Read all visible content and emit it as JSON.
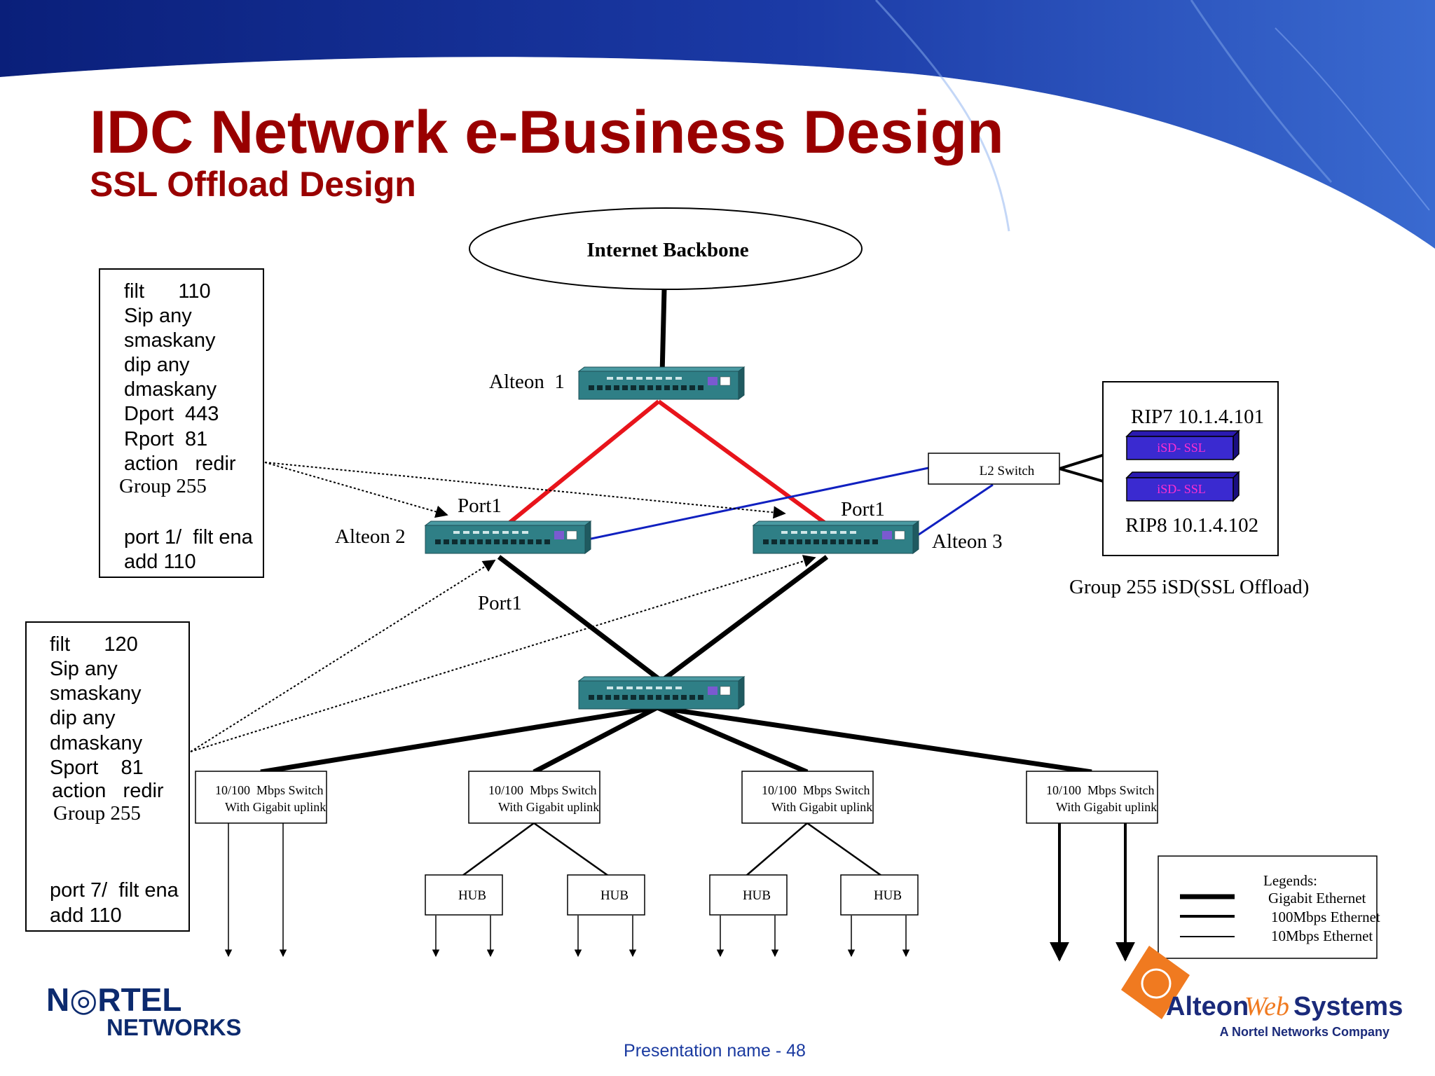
{
  "slide": {
    "title": "IDC Network e-Business Design",
    "subtitle": "SSL Offload Design",
    "footer": "Presentation name - 48",
    "title_color": "#990000",
    "footer_color": "#1a3aa0"
  },
  "diagram": {
    "cloud_label": "Internet Backbone",
    "switch_labels": {
      "alteon1": "Alteon  1",
      "alteon2": "Alteon 2",
      "alteon3": "Alteon 3"
    },
    "port_labels": {
      "a2_port1_top": "Port1",
      "a3_port1_top": "Port1",
      "a2_port1_bottom": "Port1"
    },
    "l2_switch": "L2 Switch",
    "isd": {
      "rip7": "RIP7 10.1.4.101",
      "rip8": "RIP8 10.1.4.102",
      "box_label": "iSD- SSL",
      "group_caption": "Group 255 iSD(SSL Offload)"
    },
    "filter_box_1": {
      "lines": [
        "filt      110",
        "Sip any",
        "smaskany",
        "dip any",
        "dmaskany",
        "Dport  443",
        "Rport  81",
        "action   redir"
      ],
      "group": "Group 255",
      "port_lines": [
        "port 1/  filt ena",
        "add 110"
      ]
    },
    "filter_box_2": {
      "lines": [
        "filt      120",
        "Sip any",
        "smaskany",
        "dip any",
        "dmaskany",
        "Sport    81",
        "action   redir"
      ],
      "group": "Group 255",
      "port_lines": [
        "port 7/  filt ena",
        "add 110"
      ]
    },
    "access_switches": [
      {
        "line1": "10/100  Mbps Switch",
        "line2": "With Gigabit uplink"
      },
      {
        "line1": "10/100  Mbps Switch",
        "line2": "With Gigabit uplink"
      },
      {
        "line1": "10/100  Mbps Switch",
        "line2": "With Gigabit uplink"
      },
      {
        "line1": "10/100  Mbps Switch",
        "line2": "With Gigabit uplink"
      }
    ],
    "hubs": [
      "HUB",
      "HUB",
      "HUB",
      "HUB"
    ],
    "legend": {
      "title": "Legends:",
      "items": [
        "Gigabit Ethernet",
        "100Mbps Ethernet",
        "10Mbps Ethernet"
      ]
    }
  },
  "logos": {
    "nortel_line1": "N◎RTEL",
    "nortel_line2": "NETWORKS",
    "alteon_brand_a": "Alteon",
    "alteon_brand_b": "Web",
    "alteon_brand_c": "Systems",
    "alteon_tagline": "A Nortel Networks Company"
  },
  "colors": {
    "red_link": "#e8141b",
    "blue_link": "#1020c0",
    "isd_fill": "#3a2ad0",
    "isd_text": "#ff2fd0",
    "switch_body": "#2f7f86",
    "header_blue": "#0c2a8a"
  }
}
